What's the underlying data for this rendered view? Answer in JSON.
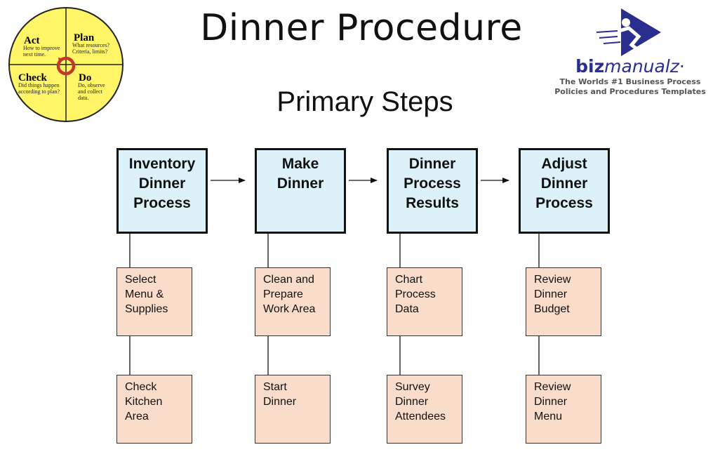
{
  "title": "Dinner Procedure",
  "subtitle": "Primary Steps",
  "pdca": {
    "act": {
      "label": "Act",
      "text": "How to improve next time."
    },
    "plan": {
      "label": "Plan",
      "text": "What resources? Criteria, limits?"
    },
    "check": {
      "label": "Check",
      "text": "Did things happen according to plan?"
    },
    "do": {
      "label": "Do",
      "text": "Do, observe and collect data."
    },
    "colors": {
      "fill": "#fff566",
      "ring": "#c0392b"
    }
  },
  "logo": {
    "name_bold": "biz",
    "name_italic": "manualz",
    "mark": "·",
    "tagline_1": "The Worlds #1 Business Process",
    "tagline_2": "Policies and Procedures Templates",
    "colors": {
      "brand": "#2a2f8f"
    }
  },
  "steps": [
    {
      "title": "Inventory\nDinner\nProcess",
      "subs": [
        "Select\nMenu &\nSupplies",
        "Check\nKitchen\nArea"
      ]
    },
    {
      "title": "Make\nDinner",
      "subs": [
        "Clean and\nPrepare\nWork Area",
        "Start\nDinner"
      ]
    },
    {
      "title": "Dinner\nProcess\nResults",
      "subs": [
        "Chart\nProcess\nData",
        "Survey\nDinner\nAttendees"
      ]
    },
    {
      "title": "Adjust\nDinner\nProcess",
      "subs": [
        "Review\nDinner\nBudget",
        "Review\nDinner\nMenu"
      ]
    }
  ],
  "colors": {
    "main_fill": "#dcf2f8",
    "sub_fill": "#f9dcc9",
    "line": "#111111"
  }
}
